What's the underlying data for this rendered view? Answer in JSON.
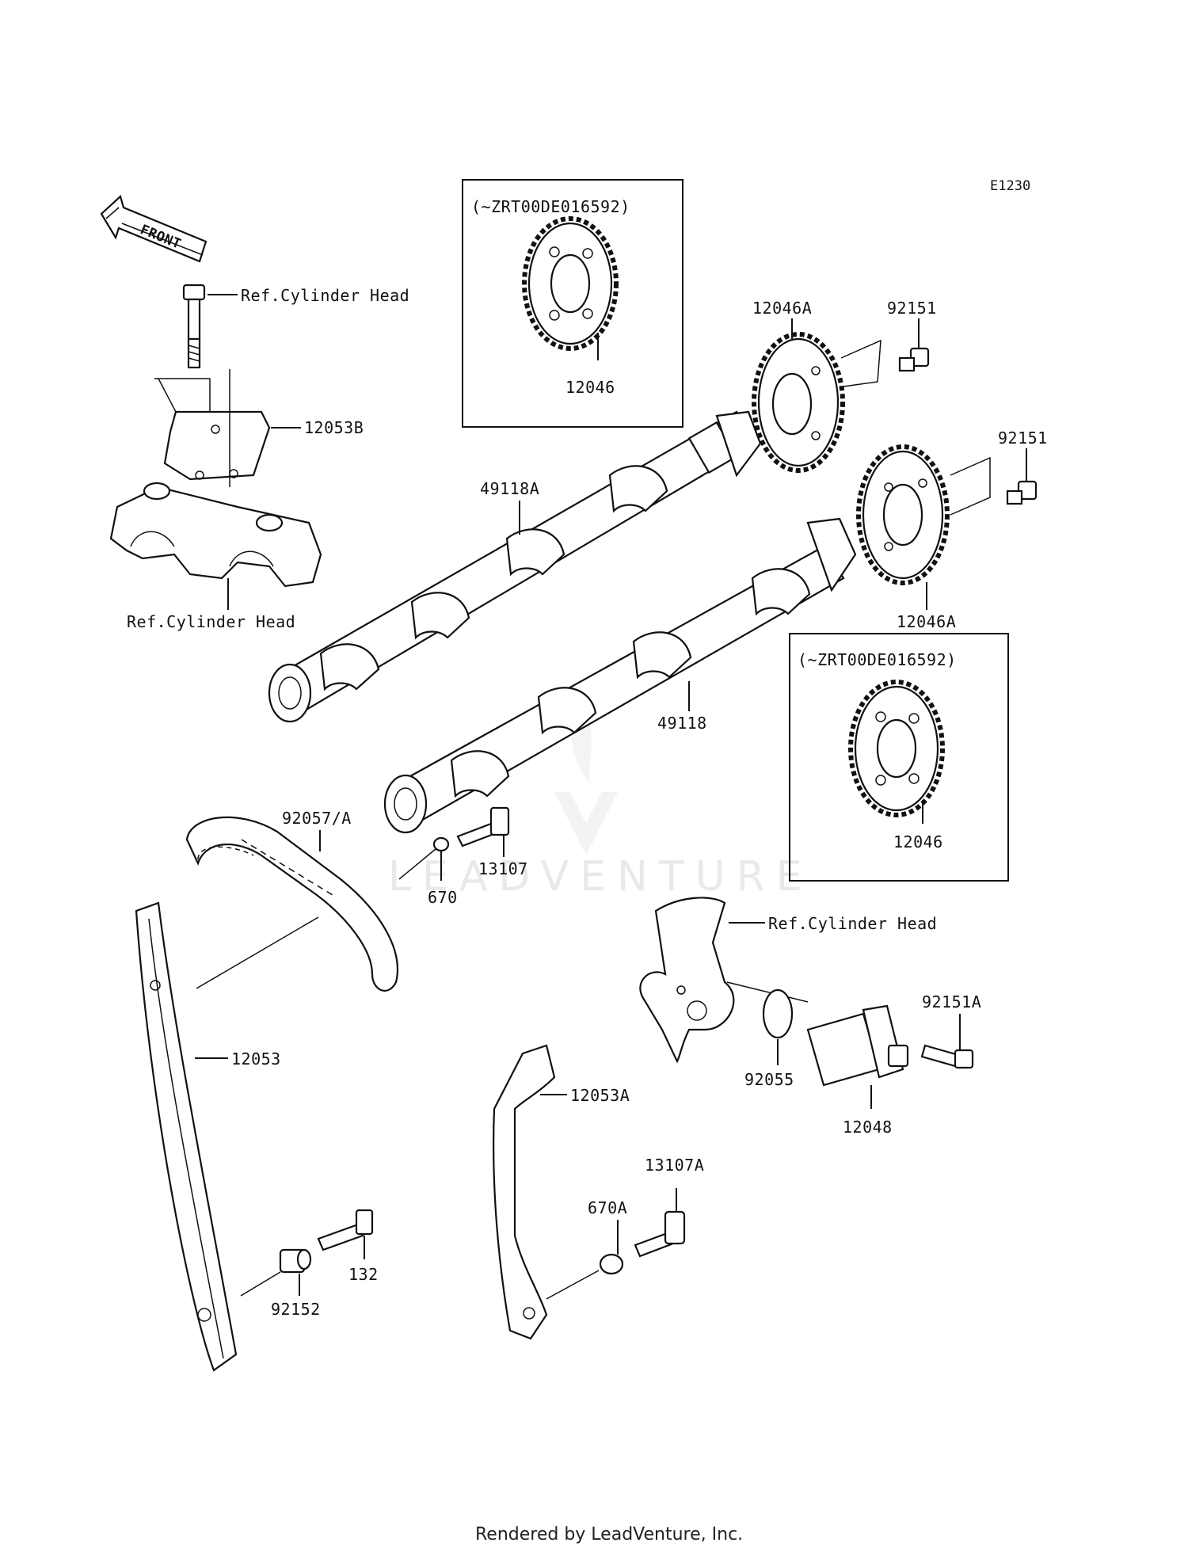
{
  "diagram": {
    "code": "E1230",
    "front_label": "FRONT",
    "watermark": "LEADVENTURE",
    "footer": "Rendered by LeadVenture, Inc.",
    "inset_top": {
      "serial": "(~ZRT00DE016592)",
      "part": "12046"
    },
    "inset_right": {
      "serial": "(~ZRT00DE016592)",
      "part": "12046"
    },
    "labels": {
      "ref_head_1": "Ref.Cylinder Head",
      "p12053B": "12053B",
      "ref_head_2": "Ref.Cylinder Head",
      "p49118A": "49118A",
      "p12046A_top": "12046A",
      "p92151_top": "92151",
      "p92151_mid": "92151",
      "p12046A_mid": "12046A",
      "p49118": "49118",
      "p92057A": "92057/A",
      "p670": "670",
      "p13107": "13107",
      "ref_head_3": "Ref.Cylinder Head",
      "p92151A": "92151A",
      "p92055": "92055",
      "p12048": "12048",
      "p12053": "12053",
      "p12053A": "12053A",
      "p13107A": "13107A",
      "p670A": "670A",
      "p132": "132",
      "p92152": "92152"
    }
  }
}
